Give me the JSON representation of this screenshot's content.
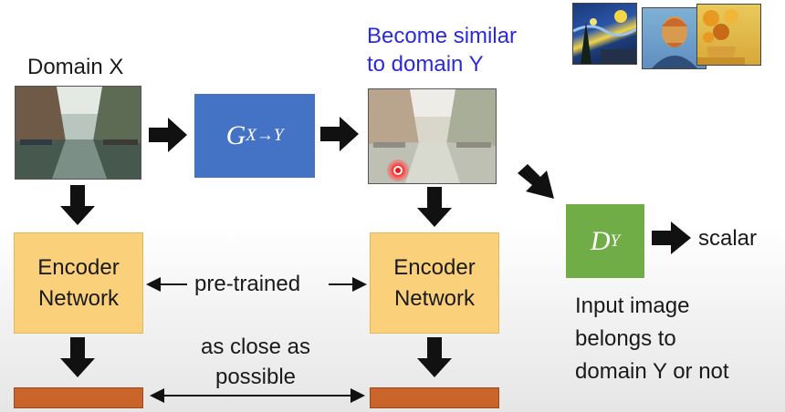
{
  "labels": {
    "domain_x": "Domain X",
    "become_similar_line1": "Become similar",
    "become_similar_line2": "to domain Y",
    "generator_main": "G",
    "generator_sub": "X→Y",
    "discriminator_main": "D",
    "discriminator_sub": "Y",
    "scalar": "scalar",
    "encoder_line1": "Encoder",
    "encoder_line2": "Network",
    "pretrained": "pre-trained",
    "close_line1": "as close as",
    "close_line2": "possible",
    "input_line1": "Input image",
    "input_line2": "belongs to",
    "input_line3": "domain Y or not"
  },
  "colors": {
    "generator": "#4472c4",
    "discriminator": "#70ad47",
    "encoder": "#fbd07a",
    "feature": "#c9652a",
    "highlight_text": "#2a2ad8"
  },
  "icons": [
    "arrow-right-icon",
    "arrow-down-icon",
    "arrow-diagonal-icon",
    "double-arrow-icon",
    "cursor-dot-icon"
  ]
}
